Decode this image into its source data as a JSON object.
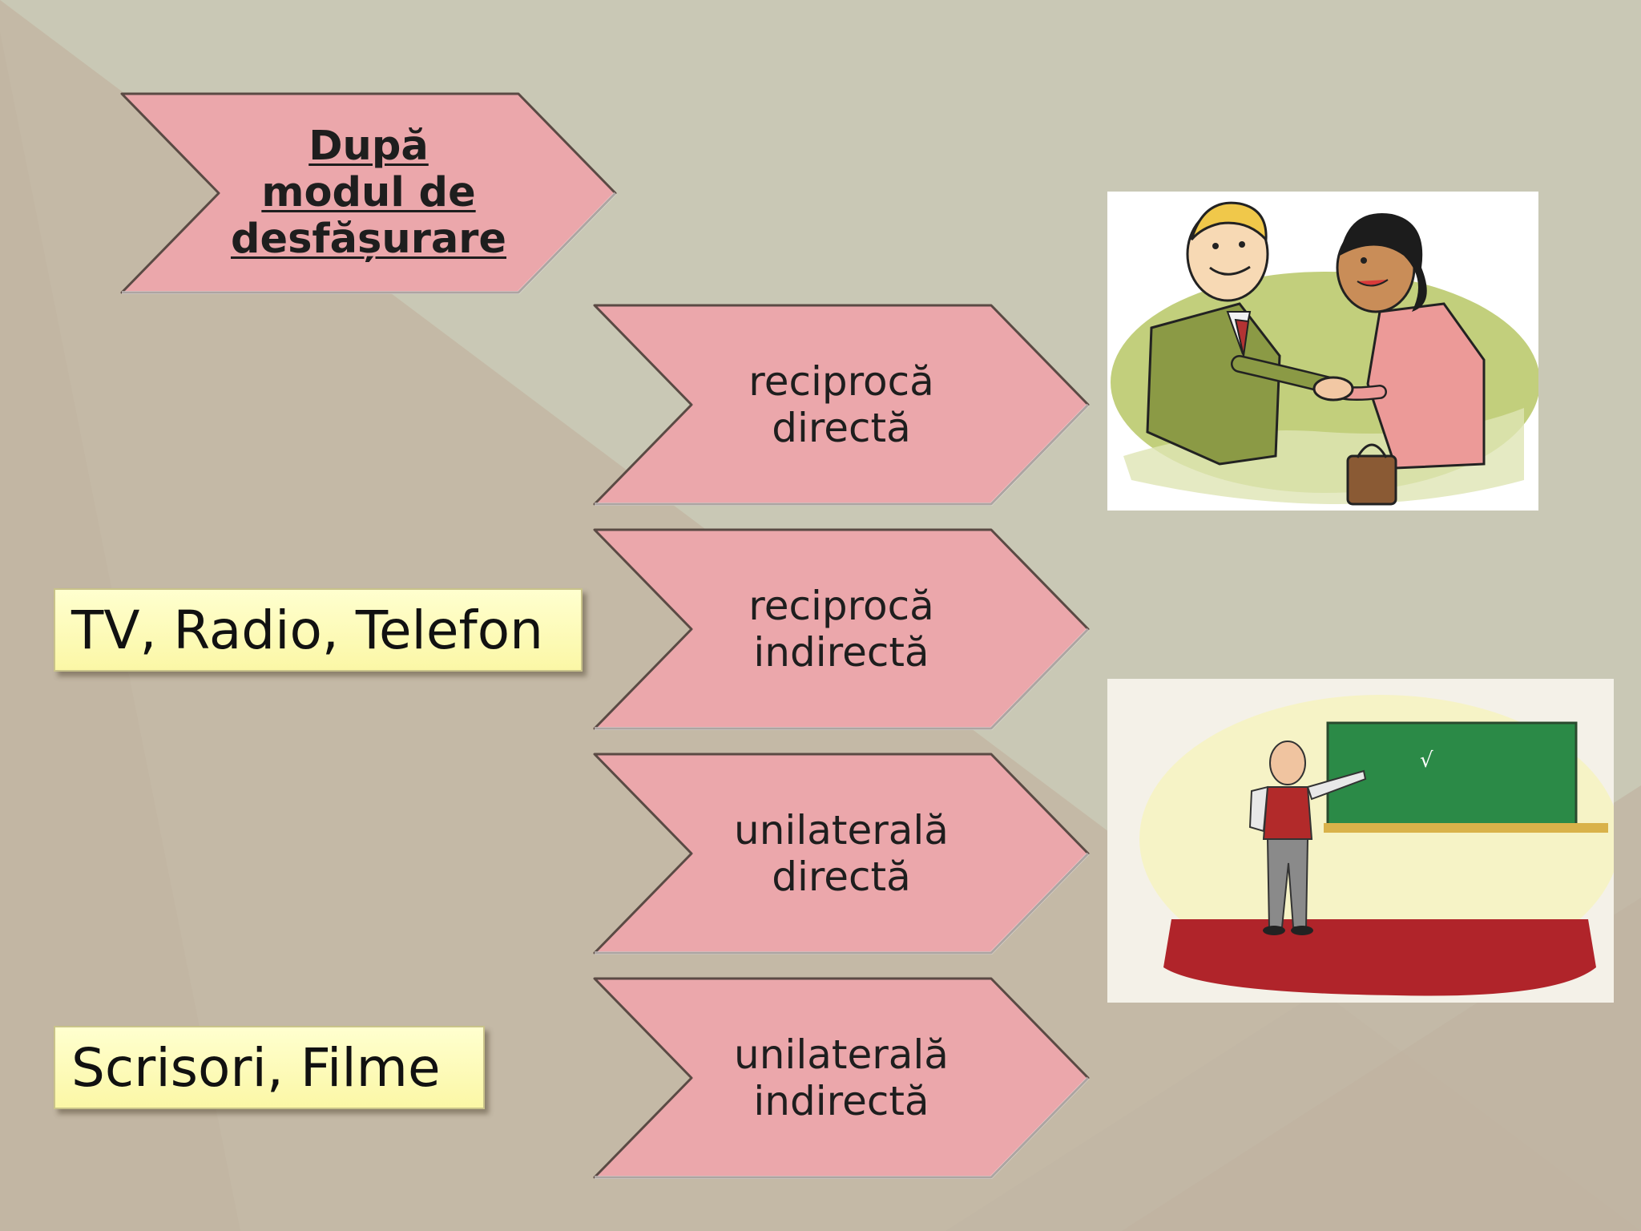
{
  "heading": {
    "lines": [
      "După",
      "modul de",
      "desfășurare"
    ]
  },
  "types": [
    {
      "lines": [
        "reciprocă",
        "directă"
      ]
    },
    {
      "lines": [
        "reciprocă",
        "indirectă"
      ]
    },
    {
      "lines": [
        "unilaterală",
        "directă"
      ]
    },
    {
      "lines": [
        "unilaterală",
        "indirectă"
      ]
    }
  ],
  "examples": {
    "reciprocal_indirect": "TV, Radio, Telefon",
    "unilateral_indirect": "Scrisori, Filme"
  },
  "colors": {
    "background": "#c8c8b4",
    "chevron_fill": "#eba7ab",
    "chevron_stroke": "#5a4a44",
    "example_box": "#fbf7a6"
  },
  "icons": {
    "handshake": "handshake-clipart-icon",
    "teacher": "teacher-blackboard-clipart-icon"
  }
}
